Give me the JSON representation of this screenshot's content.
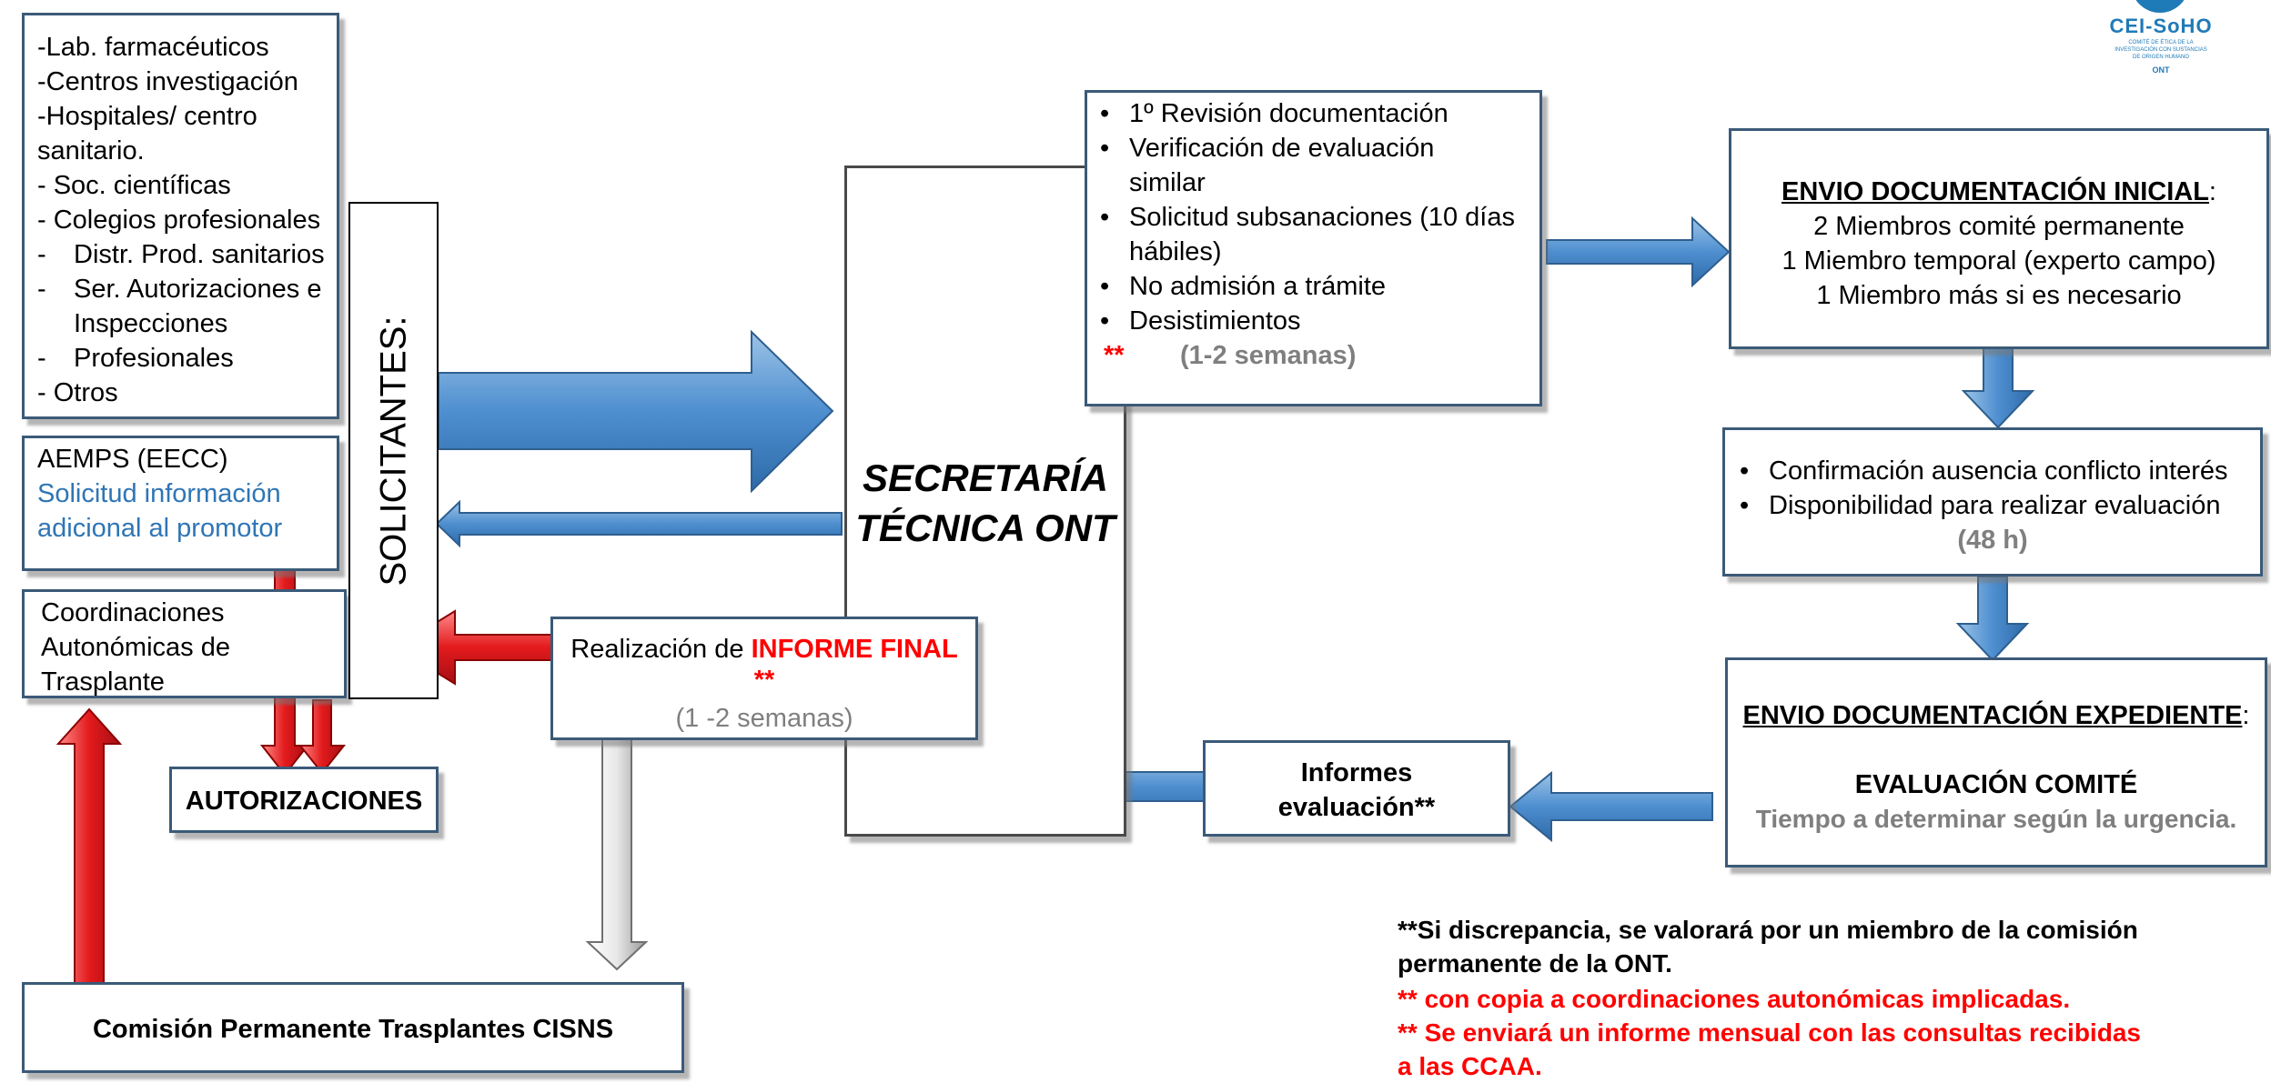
{
  "logo": {
    "text": "CEI-SoHO",
    "small_lines": [
      "COMITÉ DE ÉTICA DE LA",
      "INVESTIGACIÓN CON SUSTANCIAS",
      "DE ORIGEN HUMANO",
      "ONT"
    ]
  },
  "entities": [
    "-Lab. farmacéuticos",
    "-Centros investigación",
    "-Hospitales/ centro",
    "sanitario.",
    "- Soc. científicas",
    "- Colegios profesionales",
    "-",
    "Distr. Prod. sanitarios",
    "-",
    "Ser. Autorizaciones e",
    "Inspecciones",
    "-",
    "Profesionales",
    "- Otros"
  ],
  "aemps": {
    "title": "AEMPS  (EECC)",
    "line1": "Solicitud información",
    "line2": "adicional al promotor"
  },
  "coord": [
    "Coordinaciones",
    "Autonómicas de",
    "Trasplante"
  ],
  "solicitantes": "SOLICITANTES:",
  "autorizaciones": "AUTORIZACIONES",
  "comision": "Comisión Permanente Trasplantes CISNS",
  "secretaria": {
    "line1": "SECRETARÍA",
    "line2": "TÉCNICA ONT"
  },
  "informe_final": {
    "prefix": "Realización de ",
    "highlight": "INFORME FINAL",
    "stars": "**",
    "time": "(1 -2 semanas)"
  },
  "review": {
    "items": [
      "1º Revisión documentación",
      "Verificación de evaluación",
      "similar",
      "Solicitud subsanaciones (10 días",
      "hábiles)",
      "No admisión a trámite",
      "Desistimientos"
    ],
    "stars": "**",
    "time": "(1-2 semanas)"
  },
  "envio_inicial": {
    "title": "ENVIO DOCUMENTACIÓN INICIAL",
    "colon": ":",
    "lines": [
      "2 Miembros comité permanente",
      "1 Miembro temporal (experto campo)",
      "1 Miembro más si es necesario"
    ]
  },
  "confirmacion": {
    "items": [
      "Confirmación ausencia conflicto interés",
      "Disponibilidad para realizar evaluación"
    ],
    "time": "(48 h)"
  },
  "expediente": {
    "title": "ENVIO DOCUMENTACIÓN EXPEDIENTE",
    "colon": ":",
    "subtitle": "EVALUACIÓN COMITÉ",
    "time": "Tiempo a determinar según la urgencia."
  },
  "informes": {
    "line1": "Informes",
    "line2": "evaluación**"
  },
  "notes": {
    "black1": "**Si discrepancia, se valorará por un miembro de la comisión",
    "black2": "permanente de la ONT.",
    "red1": "** con copia a coordinaciones autonómicas implicadas.",
    "red2": "** Se enviará un informe mensual con las consultas recibidas",
    "red3": "a las CCAA."
  },
  "colors": {
    "box_border": "#3b5a78",
    "arrow_blue": "#5b9bd5",
    "arrow_red": "#e31a1c",
    "text_blue": "#2f75b5",
    "text_red": "#ff0000",
    "text_grey": "#7f7f7f"
  }
}
